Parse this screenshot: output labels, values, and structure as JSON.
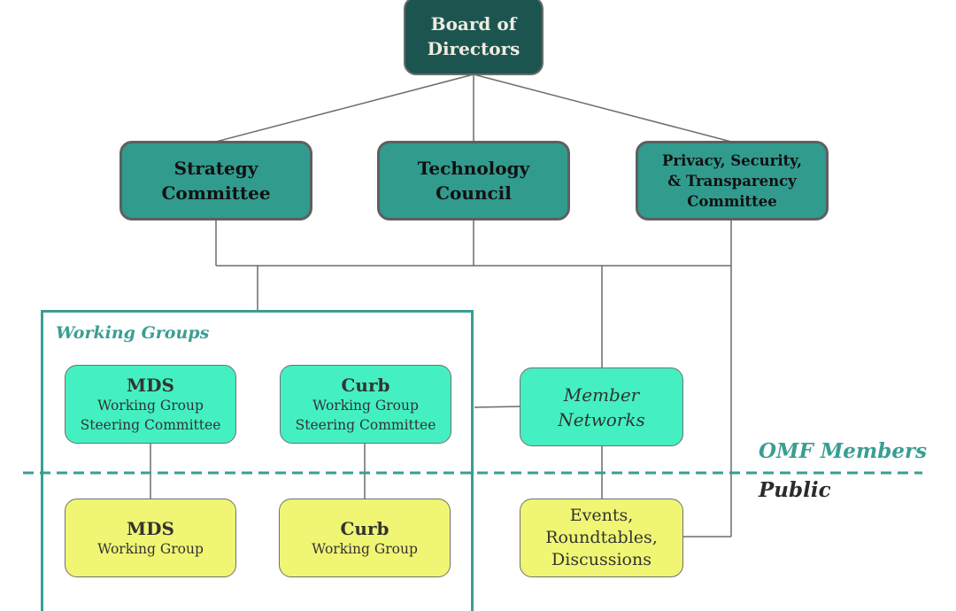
{
  "diagram": {
    "type": "org-chart",
    "colors": {
      "board": "#1c5550",
      "committee": "#319b8e",
      "member_tier": "#44f0c1",
      "public_tier": "#f0f673",
      "accent": "#3a9e92",
      "connector": "#6b6b6b"
    },
    "board": {
      "line1": "Board of",
      "line2": "Directors"
    },
    "committees": [
      {
        "id": "strategy",
        "line1": "Strategy",
        "line2": "Committee"
      },
      {
        "id": "technology",
        "line1": "Technology",
        "line2": "Council"
      },
      {
        "id": "privacy",
        "line1": "Privacy, Security,",
        "line2": "& Transparency",
        "line3": "Committee"
      }
    ],
    "working_groups_label": "Working Groups",
    "steering": [
      {
        "id": "mds",
        "title": "MDS",
        "line1": "Working Group",
        "line2": "Steering Committee"
      },
      {
        "id": "curb",
        "title": "Curb",
        "line1": "Working Group",
        "line2": "Steering Committee"
      }
    ],
    "member_networks": {
      "line1": "Member",
      "line2": "Networks"
    },
    "working_groups": [
      {
        "id": "mds",
        "title": "MDS",
        "line1": "Working Group"
      },
      {
        "id": "curb",
        "title": "Curb",
        "line1": "Working Group"
      }
    ],
    "events": {
      "line1": "Events,",
      "line2": "Roundtables,",
      "line3": "Discussions"
    },
    "tiers": {
      "members": "OMF Members",
      "public": "Public"
    }
  }
}
